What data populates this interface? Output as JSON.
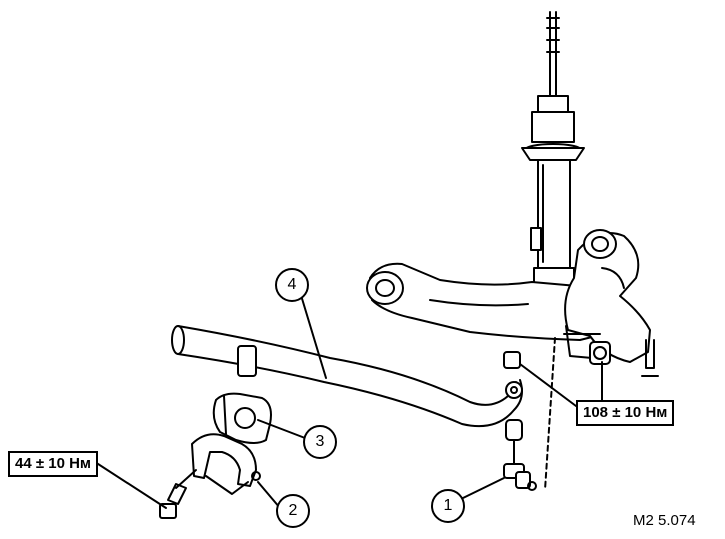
{
  "callouts": {
    "torque_left": "44 ± 10 Нм",
    "torque_right": "108 ± 10 Нм"
  },
  "part_numbers": {
    "one": "1",
    "two": "2",
    "three": "3",
    "four": "4"
  },
  "figure_code": "M2 5.074"
}
